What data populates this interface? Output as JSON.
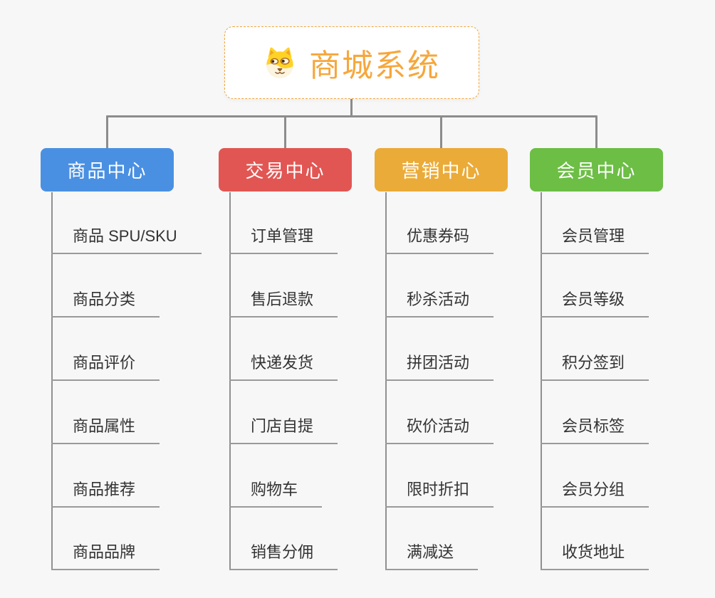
{
  "page": {
    "background": "#f7f7f7"
  },
  "root": {
    "title": "商城系统",
    "icon": "doge-icon",
    "text_color": "#f6a73c",
    "border_color": "#f2a53d"
  },
  "connectors": {
    "color": "#8c8c8c"
  },
  "branches": [
    {
      "label": "商品中心",
      "color": "#4a90e2",
      "items": [
        "商品 SPU/SKU",
        "商品分类",
        "商品评价",
        "商品属性",
        "商品推荐",
        "商品品牌"
      ]
    },
    {
      "label": "交易中心",
      "color": "#e15653",
      "items": [
        "订单管理",
        "售后退款",
        "快递发货",
        "门店自提",
        "购物车",
        "销售分佣"
      ]
    },
    {
      "label": "营销中心",
      "color": "#ebab38",
      "items": [
        "优惠券码",
        "秒杀活动",
        "拼团活动",
        "砍价活动",
        "限时折扣",
        "满减送"
      ]
    },
    {
      "label": "会员中心",
      "color": "#6cbe45",
      "items": [
        "会员管理",
        "会员等级",
        "积分签到",
        "会员标签",
        "会员分组",
        "收货地址"
      ]
    }
  ]
}
